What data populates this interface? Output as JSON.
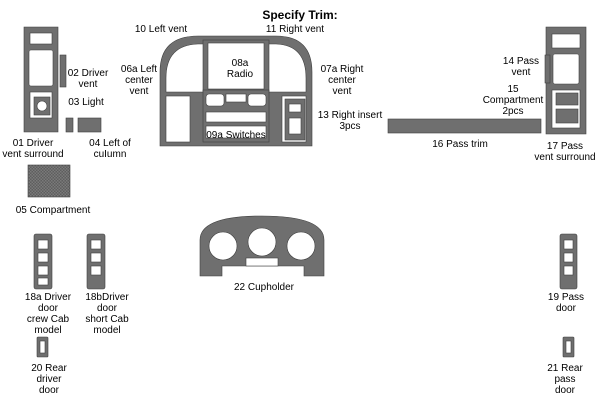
{
  "title": "Specify Trim:",
  "colors": {
    "part_fill": "#6f6f6f",
    "part_stroke": "#3f3f3f",
    "hole": "#ffffff"
  },
  "labels": {
    "p01": "01 Driver\nvent surround",
    "p02": "02 Driver\nvent",
    "p03": "03 Light",
    "p04": "04 Left of\ncuIumn",
    "p05": "05 Compartment",
    "p06a": "06a Left\ncenter\nvent",
    "p07a": "07a Right\ncenter\nvent",
    "p08a": "08a\nRadio",
    "p09a": "09a Switches",
    "p10": "10 Left vent",
    "p11": "11 Right vent",
    "p13": "13 Right insert\n3pcs",
    "p14": "14 Pass\nvent",
    "p15": "15\nCompartment\n2pcs",
    "p16": "16 Pass trim",
    "p17": "17 Pass\nvent surround",
    "p18a": "18a Driver\ndoor\ncrew Cab\nmodel",
    "p18b": "18bDriver\ndoor\nshort Cab\nmodel",
    "p19": "19 Pass\ndoor",
    "p20": "20 Rear\ndriver\ndoor",
    "p21": "21 Rear\npass\ndoor",
    "p22": "22 Cupholder"
  }
}
